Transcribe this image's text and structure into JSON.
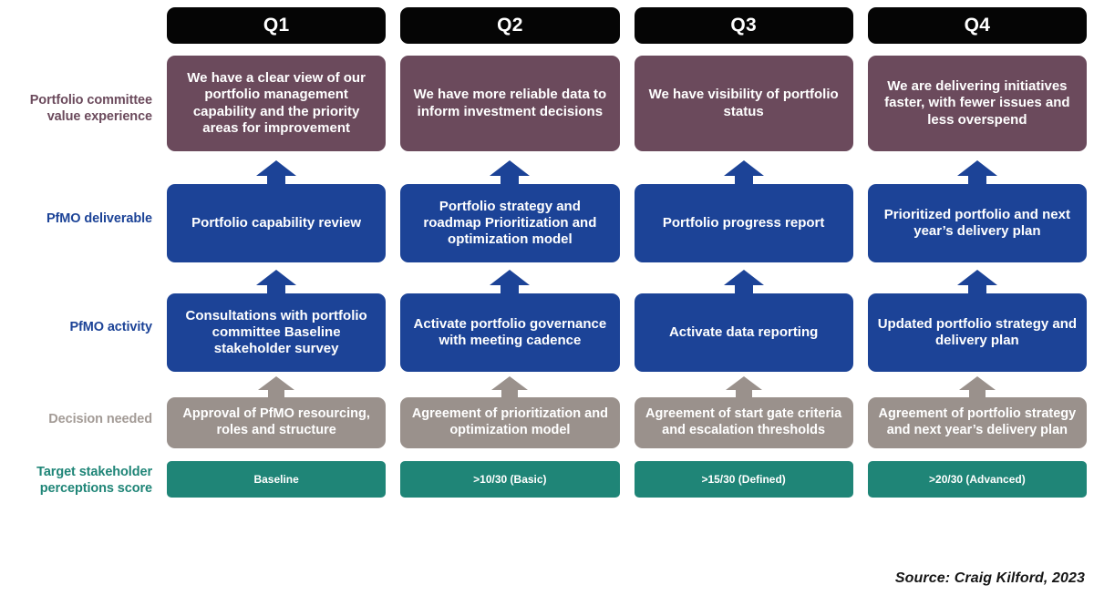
{
  "meta": {
    "source_note": "Source: Craig Kilford, 2023",
    "colors": {
      "quarter_header": "#050505",
      "value_experience": "#6B4A5C",
      "pfmo_blue": "#1C4397",
      "decision_gray": "#9A918C",
      "score_teal": "#1F8577",
      "background": "#FFFFFF",
      "text_on_fill": "#FFFFFF",
      "label_decision_gray": "#A39B96"
    }
  },
  "columns": [
    {
      "label": "Q1"
    },
    {
      "label": "Q2"
    },
    {
      "label": "Q3"
    },
    {
      "label": "Q4"
    }
  ],
  "rows": [
    {
      "key": "value_experience",
      "label": "Portfolio committee value experience",
      "label_lines": [
        "Portfolio committee",
        "value experience"
      ],
      "has_arrow": false,
      "cells": [
        "We have a clear view of our portfolio management capability and the priority areas for improvement",
        "We have more reliable data to inform investment decisions",
        "We have visibility of portfolio status",
        "We are delivering initiatives faster, with fewer issues and less overspend"
      ]
    },
    {
      "key": "pfmo_deliverable",
      "label": "PfMO deliverable",
      "label_lines": [
        "PfMO deliverable"
      ],
      "has_arrow": true,
      "cells": [
        "Portfolio capability review",
        "Portfolio strategy and roadmap Prioritization and optimization model",
        "Portfolio progress report",
        "Prioritized portfolio and next year’s delivery plan"
      ]
    },
    {
      "key": "pfmo_activity",
      "label": "PfMO activity",
      "label_lines": [
        "PfMO activity"
      ],
      "has_arrow": true,
      "cells": [
        "Consultations with portfolio committee Baseline stakeholder survey",
        "Activate portfolio governance with meeting cadence",
        "Activate data reporting",
        "Updated portfolio strategy and delivery plan"
      ]
    },
    {
      "key": "decision_needed",
      "label": "Decision needed",
      "label_lines": [
        "Decision needed"
      ],
      "has_arrow": true,
      "cells": [
        "Approval of PfMO resourcing, roles and structure",
        "Agreement of prioritization and optimization model",
        "Agreement of start gate criteria and escalation thresholds",
        "Agreement of portfolio strategy and next year’s delivery plan"
      ]
    },
    {
      "key": "target_score",
      "label": "Target stakeholder perceptions score",
      "label_lines": [
        "Target stakeholder",
        "perceptions score"
      ],
      "has_arrow": false,
      "cells": [
        "Baseline",
        ">10/30 (Basic)",
        ">15/30 (Defined)",
        ">20/30 (Advanced)"
      ]
    }
  ]
}
